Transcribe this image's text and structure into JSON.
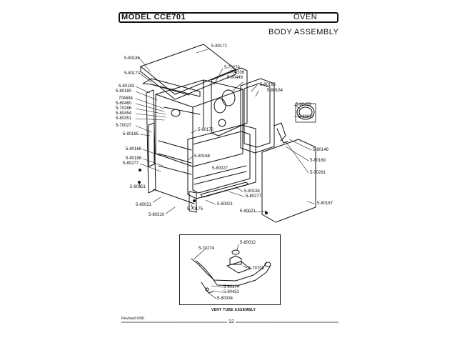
{
  "header": {
    "model": "MODEL CCE701",
    "category": "OVEN",
    "section": "BODY ASSEMBLY"
  },
  "callouts": [
    {
      "id": "c1",
      "text": "5-80171"
    },
    {
      "id": "c2",
      "text": "5-80186"
    },
    {
      "id": "c3",
      "text": "5-80173"
    },
    {
      "id": "c4",
      "text": "5-70274"
    },
    {
      "id": "c5",
      "text": "704336"
    },
    {
      "id": "c6",
      "text": "5-80449"
    },
    {
      "id": "c7",
      "text": "5-80165"
    },
    {
      "id": "c8",
      "text": "5-80164"
    },
    {
      "id": "c9",
      "text": "5-80183"
    },
    {
      "id": "c10",
      "text": "5-80180"
    },
    {
      "id": "c11",
      "text": "704684"
    },
    {
      "id": "c12",
      "text": "5-80460"
    },
    {
      "id": "c13",
      "text": "5-70266"
    },
    {
      "id": "c14",
      "text": "5-80454"
    },
    {
      "id": "c15",
      "text": "5-80351"
    },
    {
      "id": "c16",
      "text": "5-70027"
    },
    {
      "id": "c17",
      "text": "5-80185"
    },
    {
      "id": "c18",
      "text": "5-80172"
    },
    {
      "id": "c19",
      "text": "5-80453"
    },
    {
      "id": "c20",
      "text": "5-80027"
    },
    {
      "id": "c21",
      "text": "5-80166"
    },
    {
      "id": "c22",
      "text": "5-80188"
    },
    {
      "id": "c23",
      "text": "5-80277"
    },
    {
      "id": "c24",
      "text": "5-80168"
    },
    {
      "id": "c25",
      "text": "5-80148"
    },
    {
      "id": "c26",
      "text": "5-80169"
    },
    {
      "id": "c27",
      "text": "5-70281"
    },
    {
      "id": "c28",
      "text": "5-80027"
    },
    {
      "id": "c29",
      "text": "5-80351"
    },
    {
      "id": "c30",
      "text": "5-80184"
    },
    {
      "id": "c31",
      "text": "5-80277"
    },
    {
      "id": "c32",
      "text": "5-80021"
    },
    {
      "id": "c33",
      "text": "5-80021"
    },
    {
      "id": "c34",
      "text": "5-70175"
    },
    {
      "id": "c35",
      "text": "5-80071"
    },
    {
      "id": "c36",
      "text": "5-80310"
    },
    {
      "id": "c37",
      "text": "5-80187"
    }
  ],
  "inset": {
    "title": "VENT TUBE ASSEMBLY",
    "callouts": [
      {
        "id": "i1",
        "text": "5-80012"
      },
      {
        "id": "i2",
        "text": "5-70274"
      },
      {
        "id": "i3",
        "text": "5-70708"
      },
      {
        "id": "i4",
        "text": "5-80174"
      },
      {
        "id": "i5",
        "text": "5-80451"
      },
      {
        "id": "i6",
        "text": "5-80034"
      }
    ]
  },
  "footer": {
    "revised": "Revised 6/90",
    "page_number": "12"
  }
}
